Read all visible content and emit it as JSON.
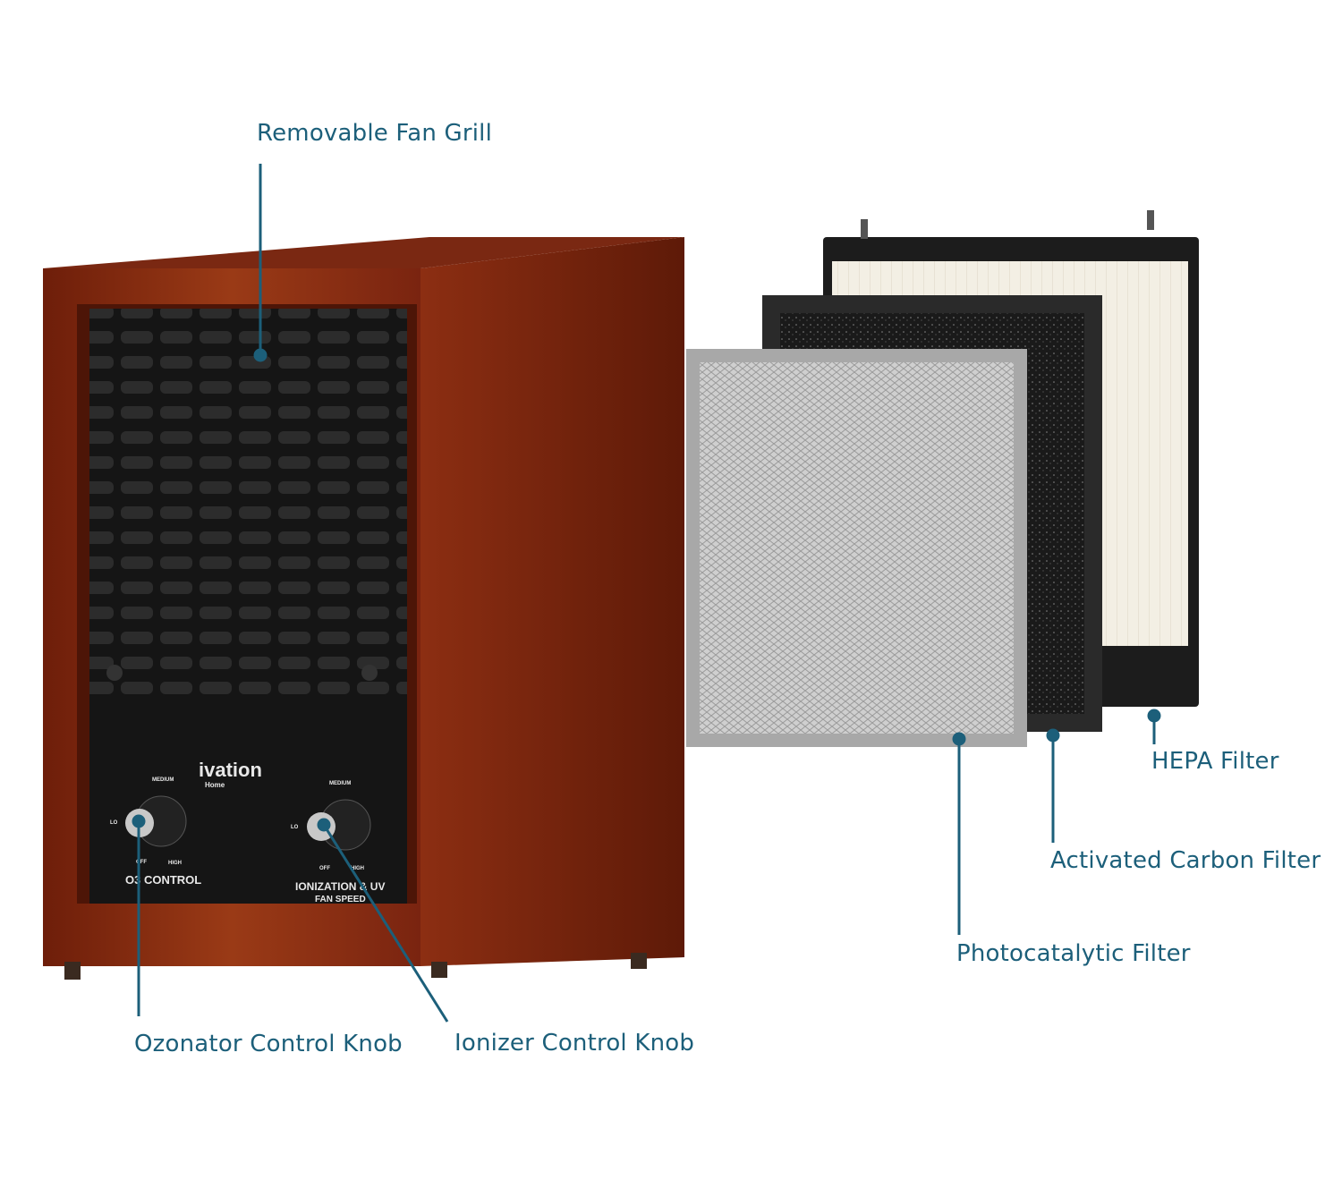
{
  "colors": {
    "callout": "#1c5f7a",
    "wood": "#8a2a10",
    "grill": "#1b1b1b"
  },
  "callouts": [
    {
      "id": "fan-grill",
      "label": "Removable Fan Grill"
    },
    {
      "id": "ozonator",
      "label": "Ozonator Control Knob"
    },
    {
      "id": "ionizer",
      "label": "Ionizer Control Knob"
    },
    {
      "id": "hepa",
      "label": "HEPA Filter"
    },
    {
      "id": "carbon",
      "label": "Activated Carbon Filter"
    },
    {
      "id": "photo",
      "label": "Photocatalytic Filter"
    }
  ],
  "panel": {
    "brand": "ivation",
    "brand_sub": "Home",
    "knob1": {
      "title": "O3 CONTROL",
      "lo": "LO",
      "medium": "MEDIUM",
      "high": "HIGH",
      "off": "OFF"
    },
    "knob2": {
      "title": "IONIZATION & UV",
      "subtitle": "FAN SPEED",
      "lo": "LO",
      "medium": "MEDIUM",
      "high": "HIGH",
      "off": "OFF"
    }
  }
}
